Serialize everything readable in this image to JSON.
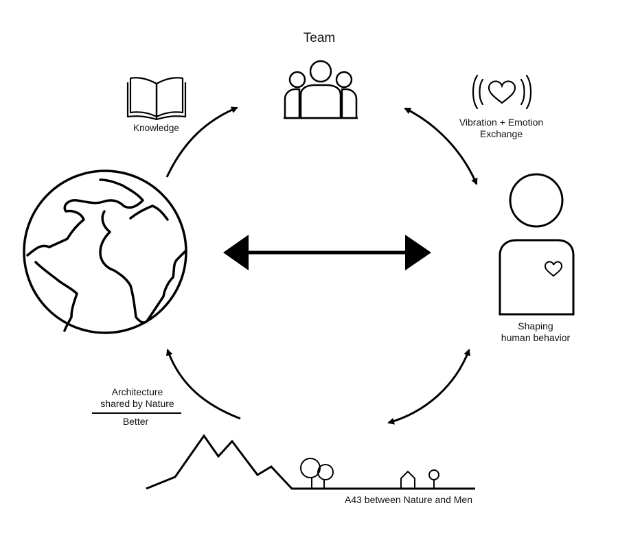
{
  "team": {
    "label": "Team"
  },
  "knowledge": {
    "label": "Knowledge"
  },
  "vibration": {
    "line1": "Vibration + Emotion",
    "line2": "Exchange"
  },
  "human": {
    "line1": "Shaping",
    "line2": "human behavior"
  },
  "architecture": {
    "line1": "Architecture",
    "line2": "shared by Nature",
    "denominator": "Better"
  },
  "landscape": {
    "label": "A43 between Nature and Men"
  },
  "icons": {
    "earth": "globe-icon",
    "team": "team-icon",
    "book": "book-icon",
    "vibration": "heart-vibration-icon",
    "person": "person-heart-icon",
    "landscape": "landscape-icon"
  },
  "colors": {
    "stroke": "#000000",
    "background": "#ffffff"
  }
}
